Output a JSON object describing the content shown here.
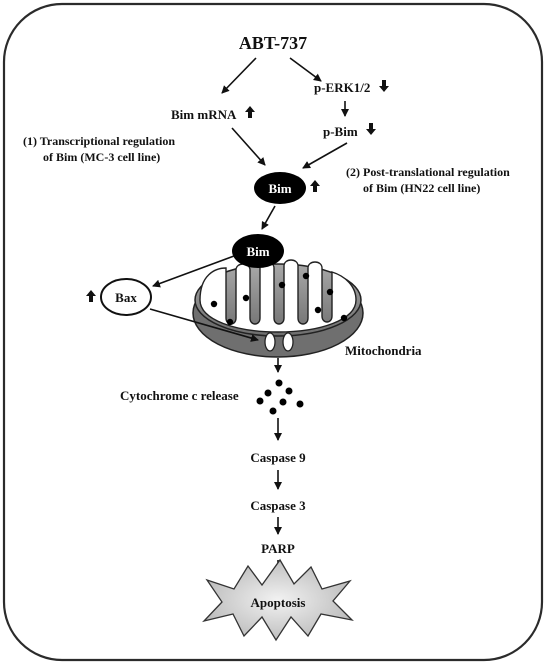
{
  "title": "ABT-737",
  "nodes": {
    "bim_mrna": "Bim mRNA",
    "p_erk": "p-ERK1/2",
    "p_bim": "p-Bim",
    "bim_center": "Bim",
    "bim_mito": "Bim",
    "bax": "Bax",
    "mitochondria": "Mitochondria",
    "cytochrome": "Cytochrome c release",
    "caspase9": "Caspase 9",
    "caspase3": "Caspase 3",
    "parp": "PARP",
    "apoptosis": "Apoptosis"
  },
  "annotations": {
    "transcriptional_line1": "(1) Transcriptional regulation",
    "transcriptional_line2": "of Bim (MC-3 cell line)",
    "posttranslational_line1": "(2) Post-translational regulation",
    "posttranslational_line2": "of Bim (HN22 cell line)"
  },
  "indicators": {
    "bim_mrna": "up-arrow-icon",
    "p_erk": "down-arrow-icon",
    "p_bim": "down-arrow-icon",
    "bim_center": "up-arrow-icon",
    "bax": "up-arrow-icon"
  },
  "colors": {
    "border": "#2b2b2b",
    "node_fill": "#000000",
    "mito_outer": "#7f7f7f",
    "mito_inner": "#d6d6d6",
    "burst_fill": "#c8c8c8"
  }
}
